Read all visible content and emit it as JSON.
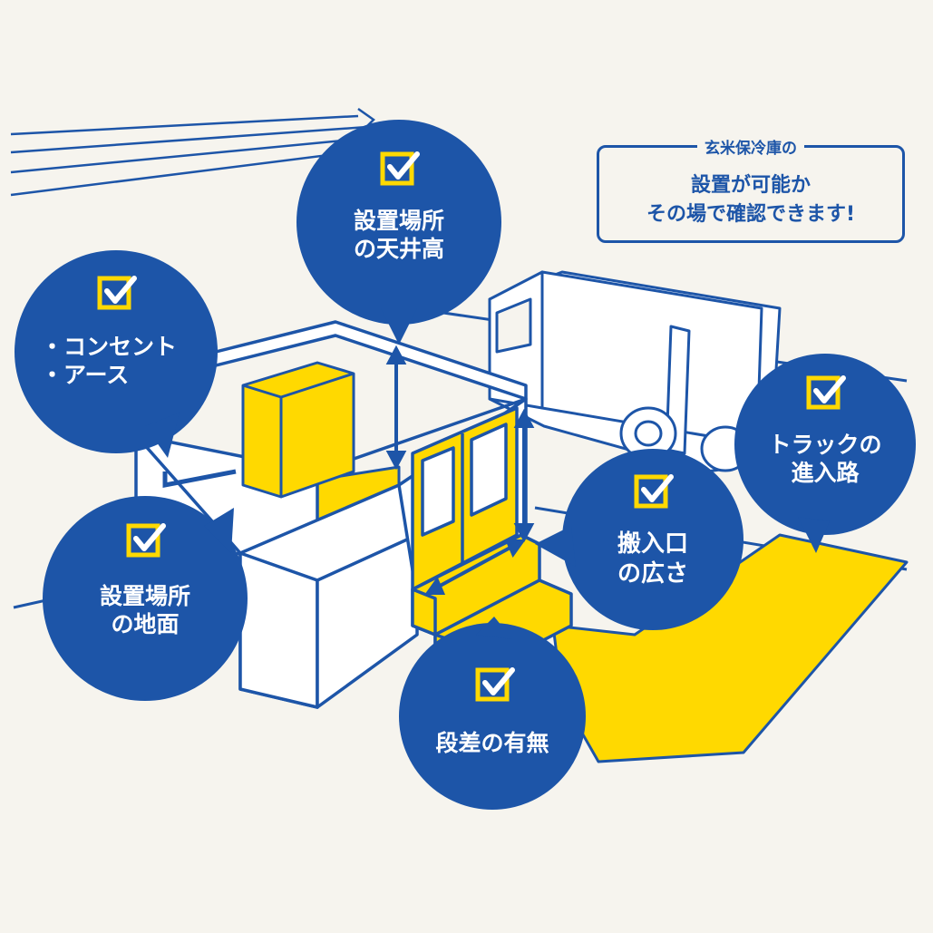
{
  "colors": {
    "blue": "#1d55a8",
    "yellow": "#ffd900",
    "background": "#f6f4ee",
    "white": "#ffffff"
  },
  "headline": {
    "top": "玄米保冷庫の",
    "line1": "設置が可能か",
    "line2": "その場で確認できます!"
  },
  "checkpoints": {
    "ceiling": {
      "line1": "設置場所",
      "line2": "の天井高"
    },
    "outlet": {
      "line1": "・コンセント",
      "line2": "・アース"
    },
    "ground": {
      "line1": "設置場所",
      "line2": "の地面"
    },
    "entrance": {
      "line1": "搬入口",
      "line2": "の広さ"
    },
    "truck": {
      "line1": "トラックの",
      "line2": "進入路"
    },
    "step": {
      "line1": "段差の有無"
    }
  },
  "icons": [
    "checkbox-icon"
  ]
}
